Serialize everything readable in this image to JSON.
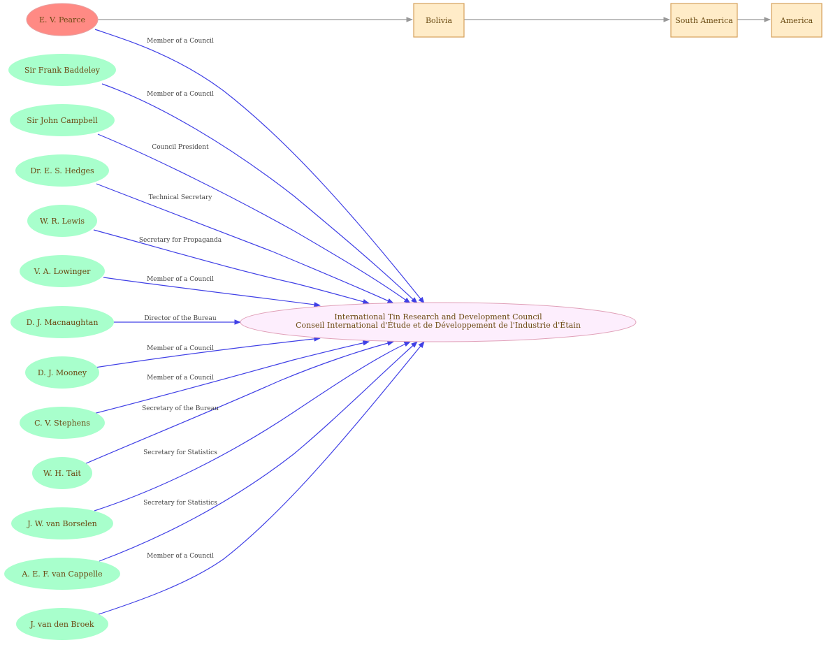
{
  "colors": {
    "person_fill": "#a8ffcc",
    "person_highlight_fill": "#ff8a84",
    "place_fill": "#ffecc8",
    "place_stroke": "#d4a05a",
    "center_fill": "#fdeefd",
    "center_stroke": "#e0a0b8",
    "edge_blue": "#4040e6",
    "edge_gray": "#999999",
    "label_text": "#6b4a12"
  },
  "center": {
    "line1": "International Tin Research and Development Council",
    "line2": "Conseil International d'Étude et de Développement de l'Industrie d'Étain"
  },
  "people": [
    {
      "name": "E. V. Pearce",
      "role": "Member of a Council",
      "highlight": true
    },
    {
      "name": "Sir Frank Baddeley",
      "role": "Member of a Council"
    },
    {
      "name": "Sir  John Campbell",
      "role": "Council President"
    },
    {
      "name": "Dr. E. S. Hedges",
      "role": "Technical Secretary"
    },
    {
      "name": "W. R. Lewis",
      "role": "Secretary for Propaganda"
    },
    {
      "name": "V. A. Lowinger",
      "role": "Member of a Council"
    },
    {
      "name": "D. J. Macnaughtan",
      "role": "Director of the Bureau"
    },
    {
      "name": "D. J. Mooney",
      "role": "Member of a Council"
    },
    {
      "name": "C. V. Stephens",
      "role": "Member of a Council"
    },
    {
      "name": "W. H. Tait",
      "role": "Secretary of the Bureau"
    },
    {
      "name": "J. W.  van Borselen",
      "role": "Secretary for Statistics"
    },
    {
      "name": "A. E. F.  van Cappelle",
      "role": "Secretary for Statistics"
    },
    {
      "name": "J. van den Broek",
      "role": "Member of a Council"
    }
  ],
  "places": [
    {
      "name": "Bolivia"
    },
    {
      "name": "South America"
    },
    {
      "name": "America"
    }
  ]
}
